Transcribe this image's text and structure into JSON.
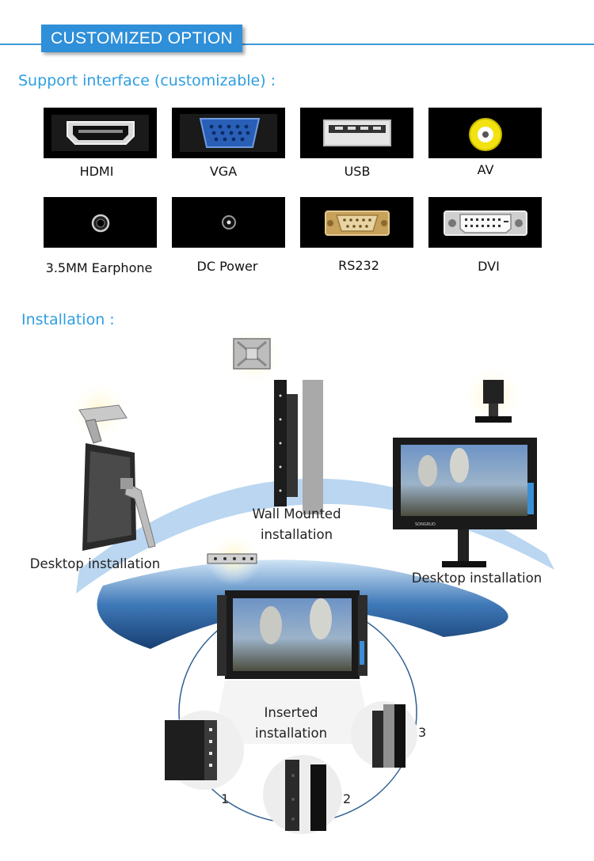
{
  "header": {
    "title": "CUSTOMIZED OPTION"
  },
  "interfaces": {
    "title": "Support interface (customizable) :",
    "items": [
      {
        "label": "HDMI",
        "icon": "hdmi-port-icon"
      },
      {
        "label": "VGA",
        "icon": "vga-port-icon"
      },
      {
        "label": "USB",
        "icon": "usb-port-icon"
      },
      {
        "label": "AV",
        "icon": "av-rca-port-icon"
      },
      {
        "label": "3.5MM Earphone",
        "icon": "earphone-jack-icon"
      },
      {
        "label": "DC Power",
        "icon": "dc-power-jack-icon"
      },
      {
        "label": "RS232",
        "icon": "rs232-port-icon"
      },
      {
        "label": "DVI",
        "icon": "dvi-port-icon"
      }
    ]
  },
  "installation": {
    "title": "Installation :",
    "desktop_left": "Desktop  installation",
    "wall_line1": "Wall Mounted",
    "wall_line2": "installation",
    "desktop_right": "Desktop  installation",
    "inserted_line1": "Inserted",
    "inserted_line2": "installation",
    "steps": [
      "1",
      "2",
      "3"
    ],
    "brand": "SONGRUO"
  },
  "colors": {
    "accent": "#2f8fd8",
    "title": "#2f9ee0",
    "arc": "#1d4f86"
  }
}
